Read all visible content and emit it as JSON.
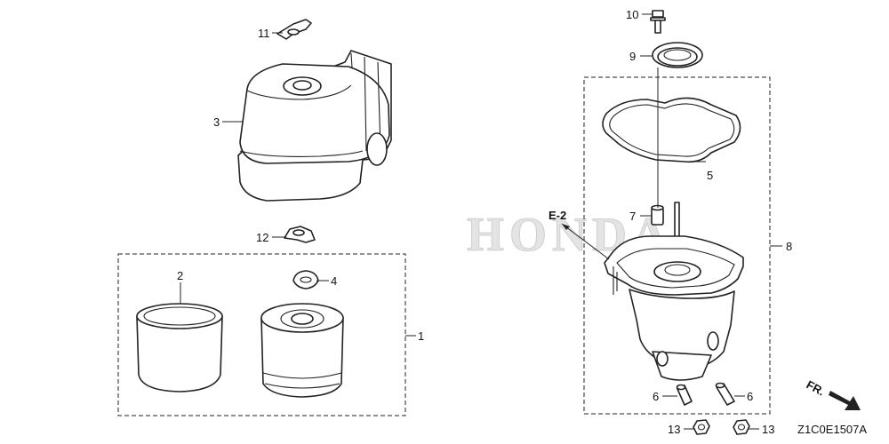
{
  "watermark": "HONDA",
  "diagram_code": "Z1C0E1507A",
  "direction_label": "FR.",
  "reference_label": "E-2",
  "callouts": {
    "c1": "1",
    "c2": "2",
    "c3": "3",
    "c4": "4",
    "c5": "5",
    "c6a": "6",
    "c6b": "6",
    "c7": "7",
    "c8": "8",
    "c9": "9",
    "c10": "10",
    "c11": "11",
    "c12": "12",
    "c13a": "13",
    "c13b": "13"
  },
  "colors": {
    "line": "#222222",
    "watermark": "#e4e4e4"
  }
}
